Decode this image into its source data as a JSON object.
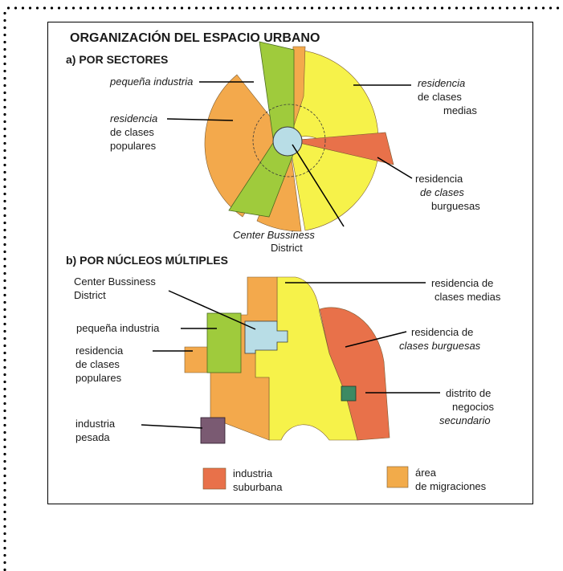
{
  "title": "ORGANIZACIÓN DEL ESPACIO URBANO",
  "section_a": {
    "heading": "a)  POR SECTORES",
    "labels": {
      "pequena_industria": "pequeña industria",
      "res_populares": [
        "residencia",
        "de clases",
        "populares"
      ],
      "res_medias": [
        "residencia",
        "de clases",
        "medias"
      ],
      "res_burguesas": [
        "residencia",
        "de clases",
        "burguesas"
      ],
      "cbd": [
        "Center Bussiness",
        "District"
      ]
    }
  },
  "section_b": {
    "heading": "b)  POR NÚCLEOS MÚLTIPLES",
    "labels": {
      "cbd": [
        "Center Bussiness",
        "District"
      ],
      "pequena_industria": "pequeña industria",
      "res_populares": [
        "residencia",
        "de clases",
        "populares"
      ],
      "industria_pesada": [
        "industria",
        "pesada"
      ],
      "res_medias": [
        "residencia de",
        "clases medias"
      ],
      "res_burguesas": [
        "residencia de",
        "clases burguesas"
      ],
      "distrito": [
        "distrito de",
        "negocios",
        "secundario"
      ]
    }
  },
  "legend": [
    {
      "lines": [
        "industria",
        "suburbana"
      ],
      "color": "#e8714a"
    },
    {
      "lines": [
        "área",
        "de migraciones"
      ],
      "color": "#f2ab4a"
    }
  ],
  "colors": {
    "yellow": "#f6f24a",
    "orange": "#f3a94c",
    "green": "#9fcb3c",
    "red_orange": "#e8714a",
    "light_blue": "#b8dde6",
    "dark_green": "#3d8a63",
    "purple": "#7a5a72"
  }
}
